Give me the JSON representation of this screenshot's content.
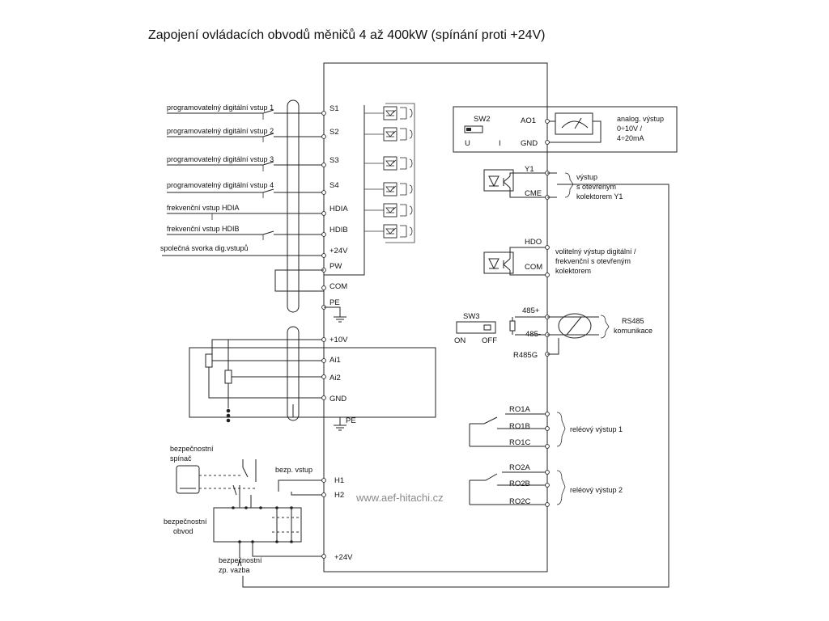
{
  "title": "Zapojení ovládacích obvodů měničů 4 až 400kW (spínání proti +24V)",
  "watermark": "www.aef-hitachi.cz",
  "inputs": {
    "in1": "programovatelný digitální vstup 1",
    "in2": "programovatelný digitální vstup 2",
    "in3": "programovatelný digitální vstup 3",
    "in4": "programovatelný digitální vstup 4",
    "hdia": "frekvenční vstup HDIA",
    "hdib": "frekvenční vstup HDIB",
    "common": "společná svorka dig.vstupů"
  },
  "terminals": {
    "s1": "S1",
    "s2": "S2",
    "s3": "S3",
    "s4": "S4",
    "hdia": "HDIA",
    "hdib": "HDIB",
    "p24": "+24V",
    "pw": "PW",
    "com": "COM",
    "pe": "PE",
    "p10": "+10V",
    "ai1": "Ai1",
    "ai2": "Ai2",
    "gnd": "GND",
    "pe2": "PE",
    "h1": "H1",
    "h2": "H2",
    "p24b": "+24V"
  },
  "analog_output": {
    "sw": "SW2",
    "ao1": "AO1",
    "gnd": "GND",
    "u": "U",
    "i": "I",
    "label1": "analog. výstup",
    "label2": "0÷10V /",
    "label3": "4÷20mA"
  },
  "oc_output": {
    "y1": "Y1",
    "cme": "CME",
    "label1": "výstup",
    "label2": "s otevřeným",
    "label3": "kolektorem Y1"
  },
  "hdo_output": {
    "hdo": "HDO",
    "com": "COM",
    "label1": "volitelný výstup digitální /",
    "label2": "frekvenční s otevřeným",
    "label3": "kolektorem"
  },
  "rs485": {
    "sw": "SW3",
    "on": "ON",
    "off": "OFF",
    "p": "485+",
    "n": "485-",
    "g": "R485G",
    "label1": "RS485",
    "label2": "komunikace"
  },
  "relay1": {
    "a": "RO1A",
    "b": "RO1B",
    "c": "RO1C",
    "label": "reléový výstup 1"
  },
  "relay2": {
    "a": "RO2A",
    "b": "RO2B",
    "c": "RO2C",
    "label": "reléový výstup 2"
  },
  "safety": {
    "switch1": "bezpečnostní",
    "switch2": "spínač",
    "circuit1": "bezpečnostní",
    "circuit2": "obvod",
    "input": "bezp. vstup",
    "feedback1": "bezpečnostní",
    "feedback2": "zp. vazba"
  }
}
